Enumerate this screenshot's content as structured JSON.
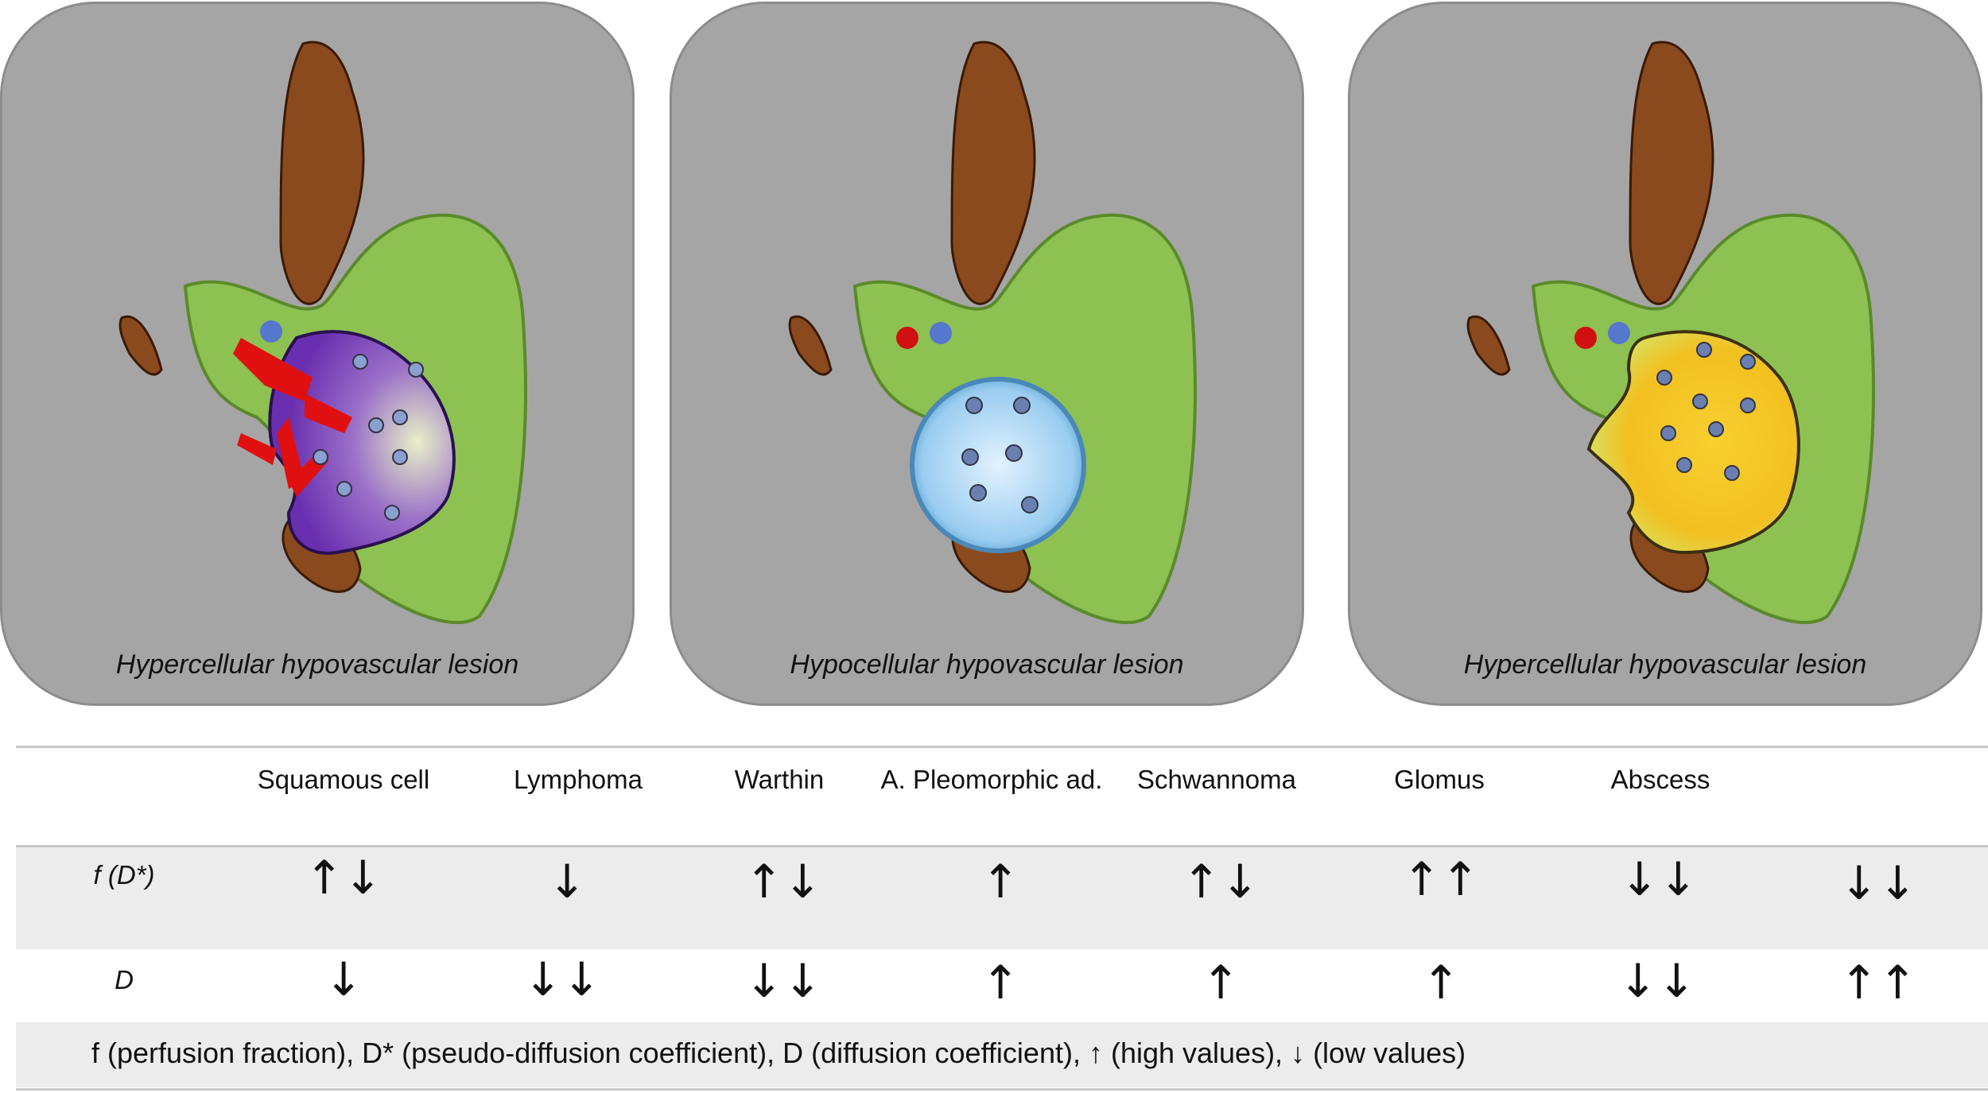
{
  "panels": [
    {
      "caption": "Hypercellular hypovascular lesion",
      "lesion_color": "#6a3aa8",
      "theme": "vascular"
    },
    {
      "caption": "Hypocellular hypovascular lesion",
      "lesion_color": "#a9d4f5",
      "theme": "cystic"
    },
    {
      "caption": "Hypercellular hypovascular lesion",
      "lesion_color": "#f2cc2a",
      "theme": "abscess"
    }
  ],
  "colors": {
    "gland": "#8dc152",
    "bone": "#8a4a1e",
    "vessel": "#e01010",
    "panel_bg": "#a5a5a5"
  },
  "table": {
    "headers": [
      "Squamous cell",
      "Lymphoma",
      "Warthin",
      "A. Pleomorphic ad.",
      "Schwannoma",
      "Glomus",
      "Abscess"
    ],
    "rows": [
      {
        "label": "f (D*)",
        "values": [
          "↑↓",
          "↓",
          "↑↓",
          "↑",
          "↑↓",
          "↑↑",
          "↓↓",
          "↓↓"
        ]
      },
      {
        "label": "D",
        "values": [
          "↓",
          "↓↓",
          "↓↓",
          "↑",
          "↑",
          "↑",
          "↓↓",
          "↑↑"
        ]
      }
    ],
    "legend": "f (perfusion fraction), D* (pseudo-diffusion coefficient), D (diffusion coefficient), ↑ (high values), ↓ (low values)"
  }
}
